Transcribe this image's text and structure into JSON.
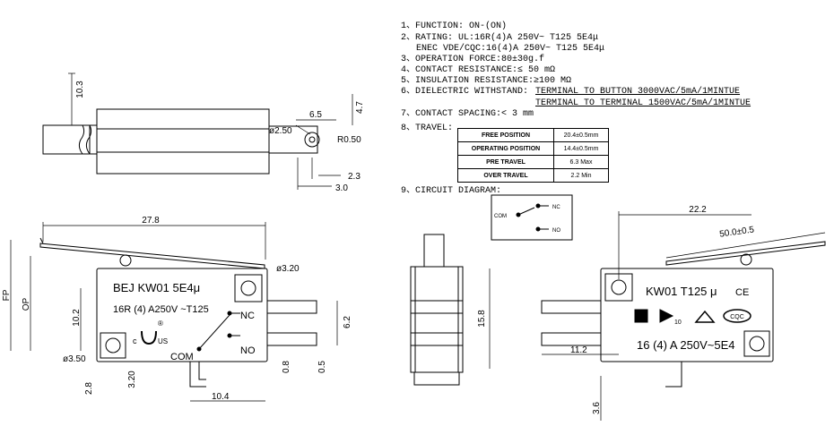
{
  "specs": {
    "items": [
      "1、FUNCTION: ON-(ON)",
      "2、RATING: UL:16R(4)A 250V~ T125 5E4μ",
      "ENEC VDE/CQC:16(4)A 250V~ T125 5E4μ",
      "3、OPERATION FORCE:80±30g.f",
      "4、CONTACT RESISTANCE:≤ 50 mΩ",
      "5、INSULATION RESISTANCE:≥100 MΩ",
      "6、DIELECTRIC WITHSTAND:",
      "TERMINAL TO BUTTON 3000VAC/5mA/1MINTUE",
      "TERMINAL TO TERMINAL 1500VAC/5mA/1MINTUE",
      "7、CONTACT SPACING:< 3 mm",
      "8、TRAVEL:",
      "9、CIRCUIT DIAGRAM:"
    ]
  },
  "travel": [
    {
      "key": "FREE POSITION",
      "value": "20.4±0.5mm"
    },
    {
      "key": "OPERATING POSITION",
      "value": "14.4±0.5mm"
    },
    {
      "key": "PRE TRAVEL",
      "value": "6.3 Max"
    },
    {
      "key": "OVER TRAVEL",
      "value": "2.2 Min"
    }
  ],
  "circuit": {
    "com": "COM",
    "nc": "NC",
    "no": "NO"
  },
  "top_view": {
    "d_10_3": "10.3",
    "d_6_5": "6.5",
    "d_4_7": "4.7",
    "d_phi250": "ø2.50",
    "d_r050": "R0.50",
    "d_2_3": "2.3",
    "d_3_0": "3.0"
  },
  "front_left": {
    "d_27_8": "27.8",
    "d_phi320": "ø3.20",
    "d_fp": "FP",
    "d_op": "OP",
    "d_10_2": "10.2",
    "d_6_2": "6.2",
    "d_phi350": "ø3.50",
    "d_2_8": "2.8",
    "d_3_20": "3.20",
    "d_0_8": "0.8",
    "d_0_5": "0.5",
    "d_10_4": "10.4",
    "label_brand": "BEJ KW01 5E4μ",
    "label_rating": "16R (4) A250V ~T125",
    "label_r": "®",
    "label_us": "US",
    "label_c": "c",
    "nc": "NC",
    "no": "NO",
    "com": "COM"
  },
  "side_view": {
    "d_15_8": "15.8"
  },
  "front_right": {
    "d_22_2": "22.2",
    "d_50": "50.0±0.5",
    "d_11_2": "11.2",
    "d_3_6": "3.6",
    "label_model": "KW01 T125 μ",
    "label_ce": "CE",
    "label_rating": "16 (4) A 250V~5E4",
    "label_cqc": "CQC",
    "label_10": "10"
  }
}
